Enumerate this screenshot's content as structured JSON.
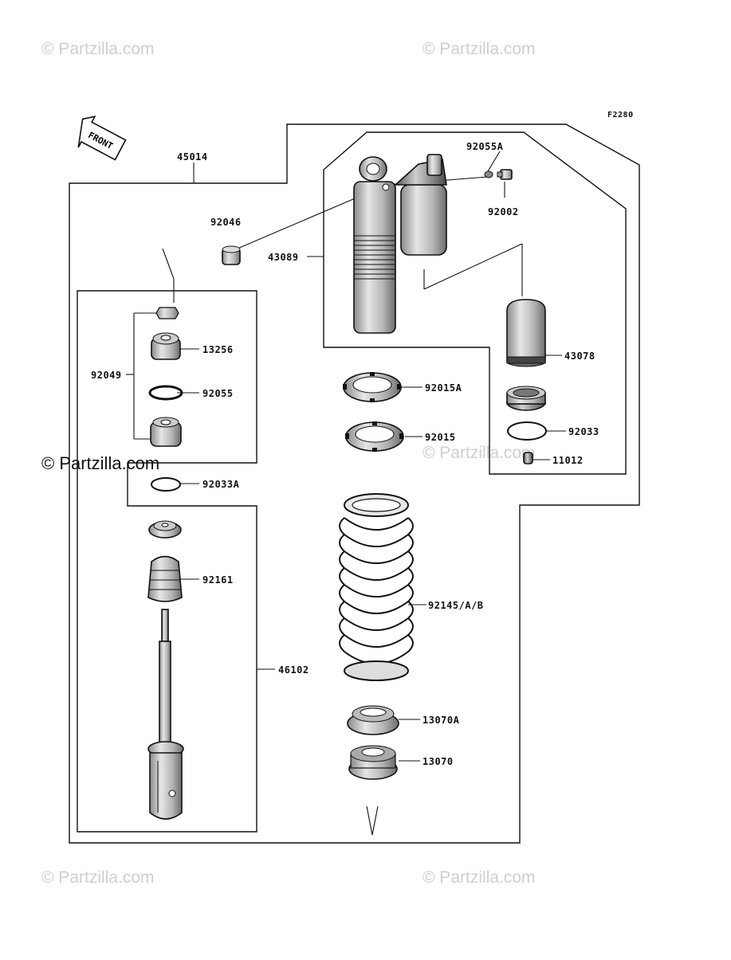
{
  "diagram": {
    "code": "F2280",
    "front_label": "FRONT",
    "watermarks": [
      "© Partzilla.com",
      "© Partzilla.com",
      "© Partzilla.com",
      "© Partzilla.com",
      "© Partzilla.com",
      "© Partzilla.com"
    ],
    "parts": {
      "p45014": "45014",
      "p92055A": "92055A",
      "p92002": "92002",
      "p92046": "92046",
      "p43089": "43089",
      "p43078": "43078",
      "p13256": "13256",
      "p92049": "92049",
      "p92055": "92055",
      "p92015A": "92015A",
      "p92015": "92015",
      "p92033": "92033",
      "p11012": "11012",
      "p92033A": "92033A",
      "p92161": "92161",
      "p92145": "92145/A/B",
      "p46102": "46102",
      "p13070A": "13070A",
      "p13070": "13070"
    },
    "colors": {
      "ink": "#111111",
      "part_fill": "#c8c8c8",
      "part_dark": "#5a5a5a",
      "watermark": "#cfcfcf"
    }
  }
}
